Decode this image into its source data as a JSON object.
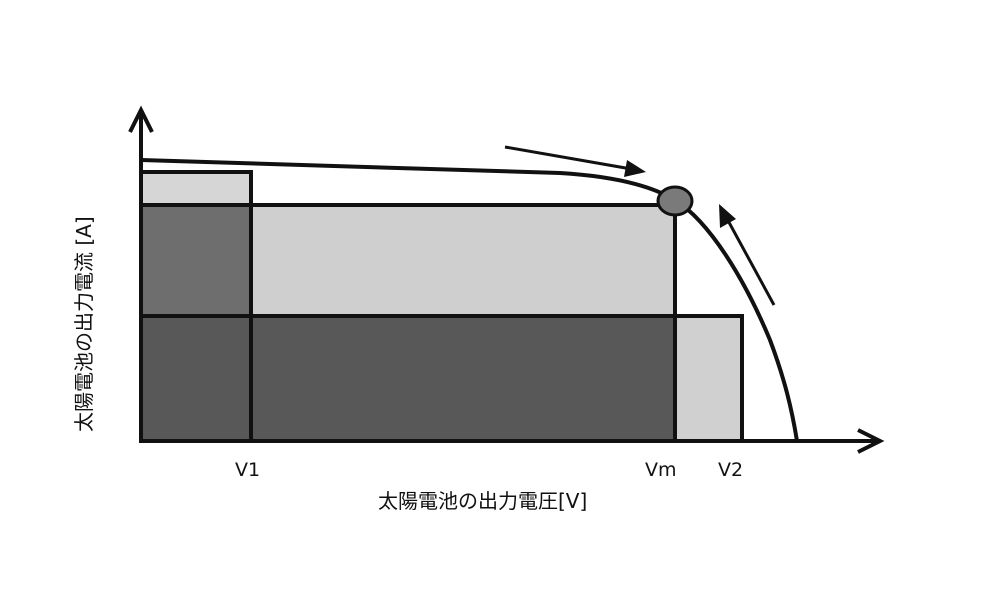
{
  "figure": {
    "y_axis_label": "太陽電池の出力電流 [A]",
    "x_axis_label": "太陽電池の出力電圧[V]",
    "x_ticks": [
      "V1",
      "Vm",
      "V2"
    ]
  },
  "colors": {
    "ink": "#111111",
    "rect_light_top": "#d6d6d6",
    "rect_mid": "#cfcfcf",
    "rect_dark": "#585858",
    "rect_dark_left": "#6e6e6e",
    "rect_right": "#d0d0d0",
    "mpp_point": "#7a7a7a"
  },
  "icons": {
    "mpp_marker": "circle",
    "arrow_left_curve": "arrow-down-right",
    "arrow_right_curve": "arrow-up-left"
  }
}
